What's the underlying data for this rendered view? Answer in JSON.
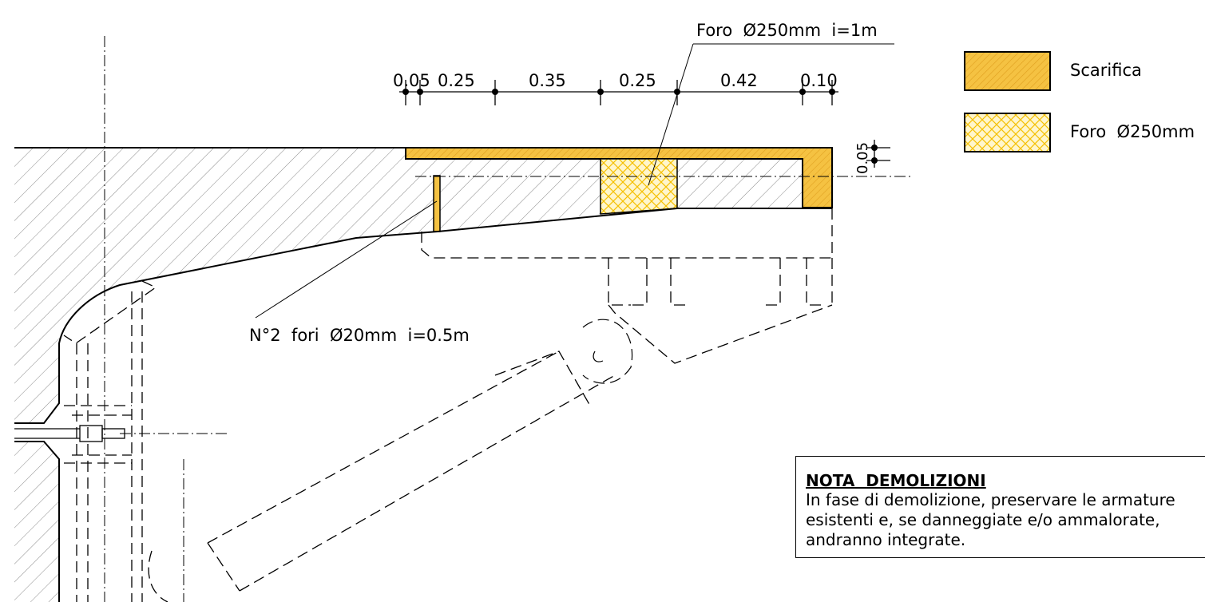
{
  "labels": {
    "hole_large": "Foro  Ø250mm  i=1m",
    "holes_small": "N°2  fori  Ø20mm  i=0.5m"
  },
  "dimensions": {
    "horizontal": [
      "0.05",
      "0.25",
      "0.35",
      "0.25",
      "0.42",
      "0.10"
    ],
    "vertical": "0.05"
  },
  "legend": {
    "items": [
      {
        "label": "Scarifica",
        "pattern": "hatch"
      },
      {
        "label": "Foro  Ø250mm",
        "pattern": "crosshatch"
      }
    ]
  },
  "note": {
    "title": "NOTA  DEMOLIZIONI",
    "body": "In  fase  di  demolizione,  preservare  le  armature\nesistenti  e,  se  danneggiate  e/o  ammalorate,\nandranno  integrate."
  },
  "colors": {
    "scarifica_fill": "#F5C242",
    "hole_fill": "#FFE066",
    "line": "#000000"
  }
}
